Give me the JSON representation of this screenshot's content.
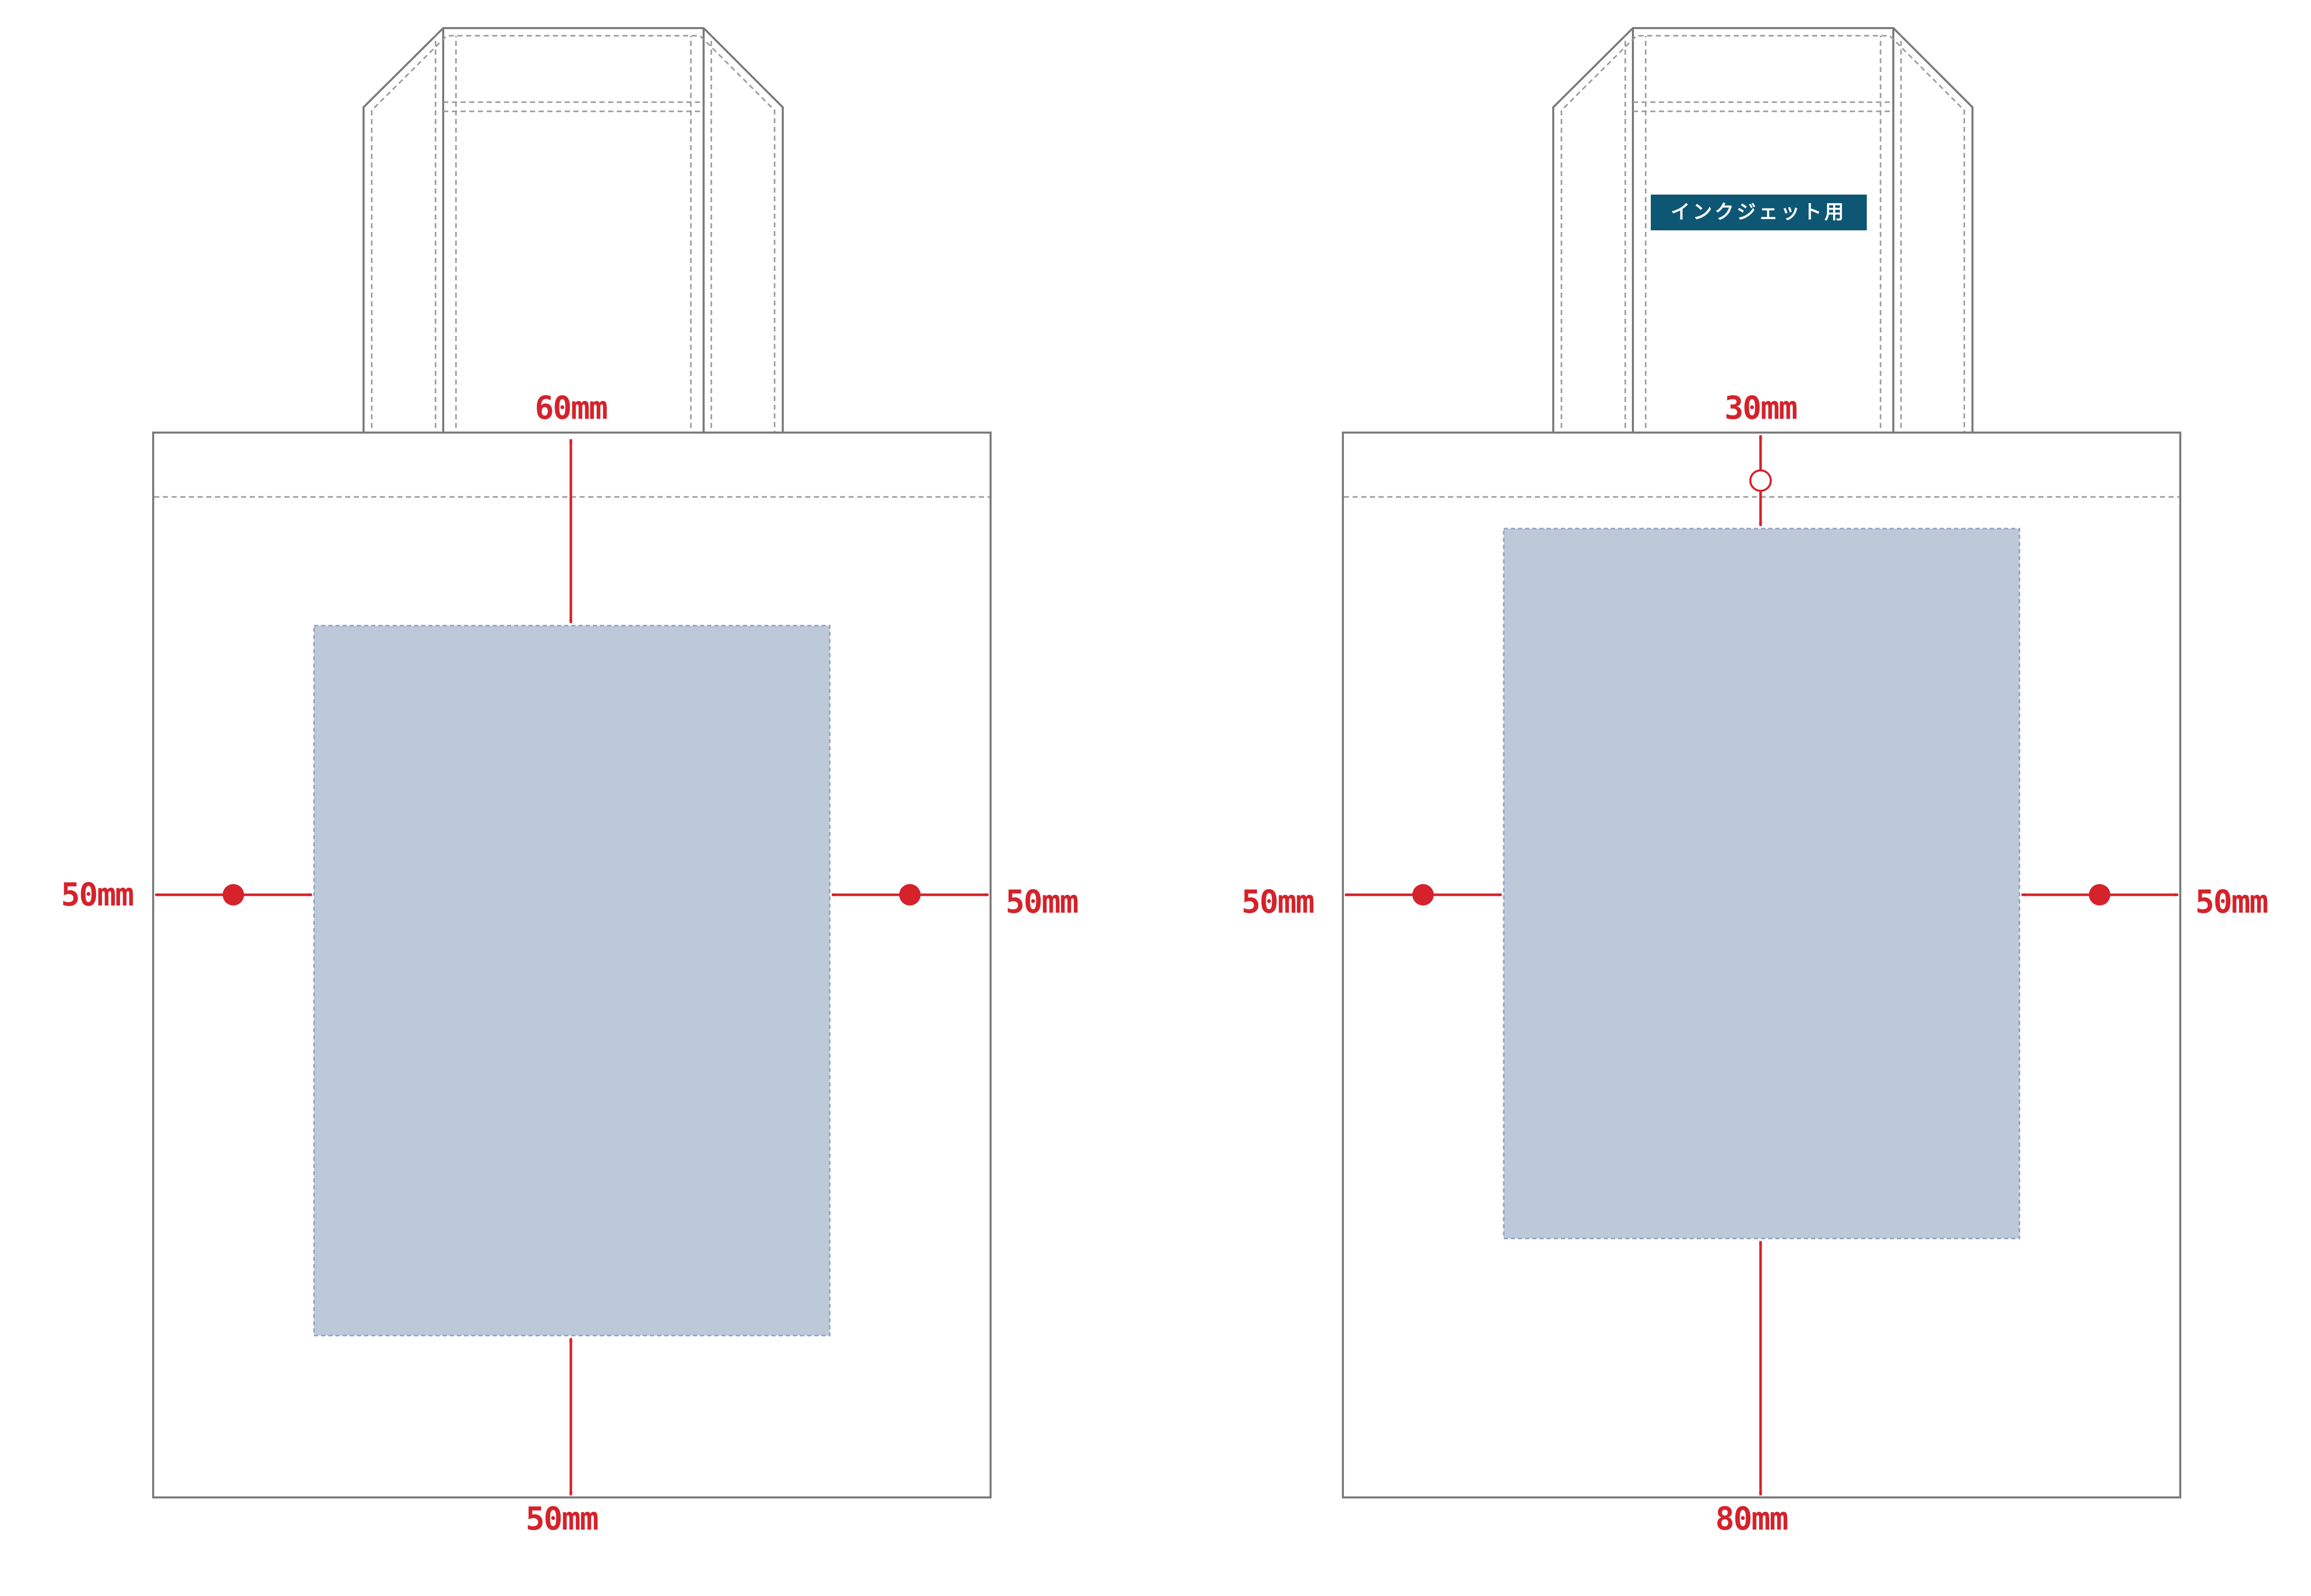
{
  "colors": {
    "outline": "#7b7b7b",
    "seam": "#9a9a9a",
    "print_area": "#bdc9d9",
    "print_border": "#8fa3c4",
    "dimension": "#d5222b",
    "badge_bg": "#0d5775",
    "badge_text": "#ffffff"
  },
  "bags": [
    {
      "print_method": "",
      "dimensions": {
        "top": "60mm",
        "bottom": "50mm",
        "left": "50mm",
        "right": "50mm"
      }
    },
    {
      "print_method": "インクジェット用",
      "dimensions": {
        "top": "30mm",
        "bottom": "80mm",
        "left": "50mm",
        "right": "50mm"
      }
    }
  ]
}
